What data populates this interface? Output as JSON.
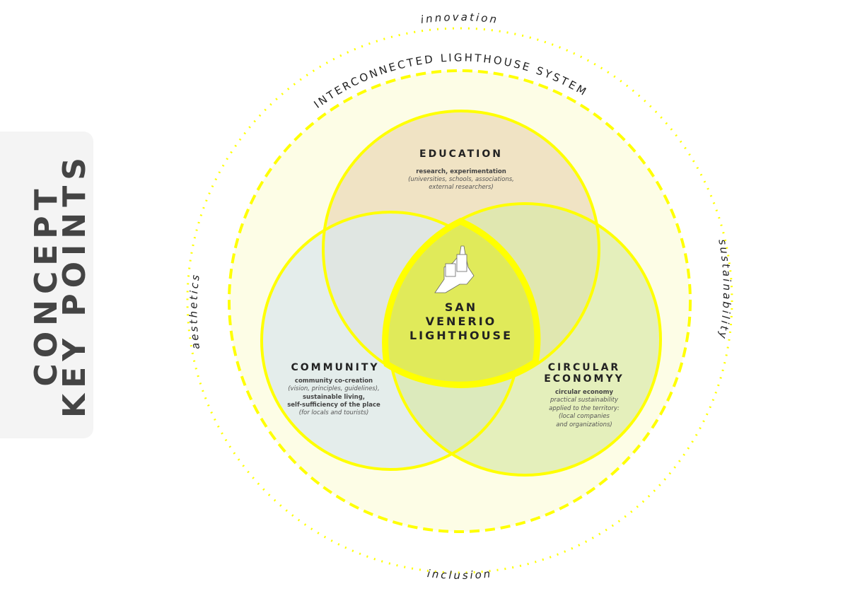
{
  "sidebar": {
    "line1": "CONCEPT",
    "line2": "KEY POINTS"
  },
  "outer_labels": {
    "top": "innovation",
    "right": "sustainability",
    "bottom": "inclusion",
    "left": "aesthetics"
  },
  "ring_label": "INTERCONNECTED LIGHTHOUSE SYSTEM",
  "education": {
    "title": "EDUCATION",
    "lines": [
      "research, experimentation"
    ],
    "italic": [
      "(universities, schools, associations,",
      "external researchers)"
    ]
  },
  "community": {
    "title": "COMMUNITY",
    "l1": "community co-creation",
    "i1": "(vision, principles, guidelines),",
    "l2": "sustainable living,",
    "l3": "self-sufficiency of the place",
    "i2": "(for locals and tourists)"
  },
  "circular": {
    "title1": "CIRCULAR",
    "title2": "ECONOMYY",
    "l1": "circular economy",
    "i1": "practical sustainability",
    "i2": "applied to the territory:",
    "i3": "(local companies",
    "i4": "and organizations)"
  },
  "center": {
    "l1": "SAN",
    "l2": "VENERIO",
    "l3": "LIGHTHOUSE"
  },
  "colors": {
    "yellow": "#ffff00",
    "pale": "#fdfde6",
    "education": "#eee0c0",
    "community": "#dbe7ec",
    "circular": "#d9e8a8",
    "center": "#e0ea5a"
  }
}
